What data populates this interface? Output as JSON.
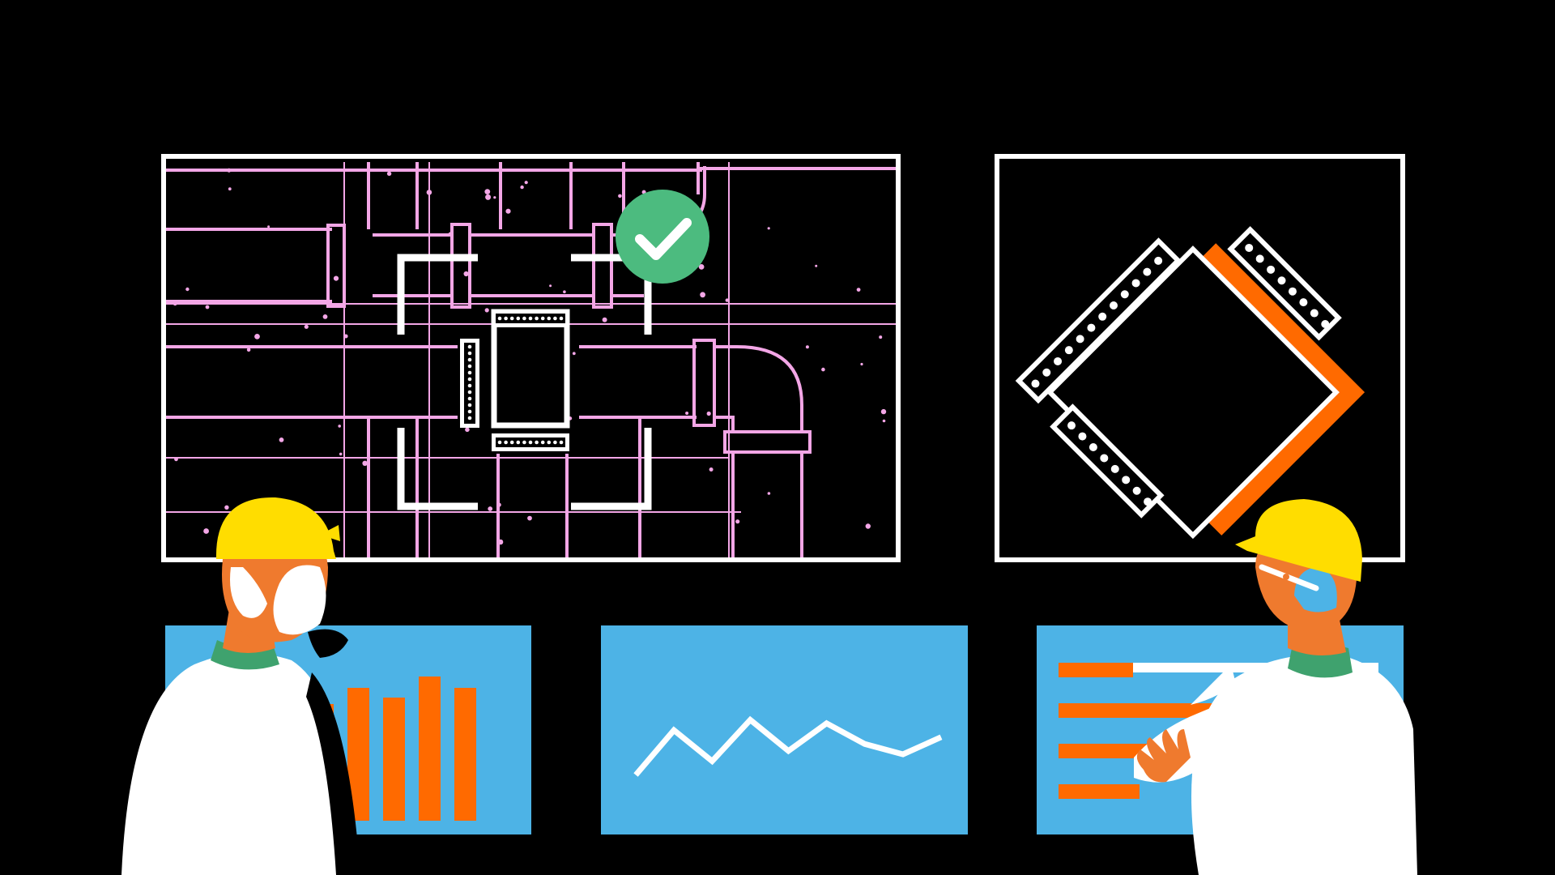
{
  "colors": {
    "background": "#000000",
    "frame": "#ffffff",
    "pipe_outline": "#f3a6e6",
    "panel_blue": "#4db3e6",
    "accent_orange": "#ff6a00",
    "check_green": "#4cbb7f",
    "helmet_yellow": "#ffdd00",
    "skin": "#ef7a2e",
    "shirt_green": "#3fa26e",
    "coat_white": "#ffffff"
  },
  "icons": {
    "status": "checkmark-icon",
    "component": "circuit-module-icon"
  },
  "screens": {
    "blueprint": {
      "status": "approved"
    },
    "bar_panel": {
      "bar_levels": [
        0.72,
        0.82,
        0.76,
        0.89,
        0.82
      ]
    },
    "line_panel": {
      "trend": [
        0.1,
        0.75,
        0.3,
        0.9,
        0.45,
        0.85,
        0.55,
        0.4,
        0.65
      ]
    },
    "hbar_panel": {
      "bar_levels": [
        0.23,
        0.5,
        0.28,
        0.25
      ]
    }
  },
  "people": [
    "engineer-left",
    "engineer-right"
  ]
}
